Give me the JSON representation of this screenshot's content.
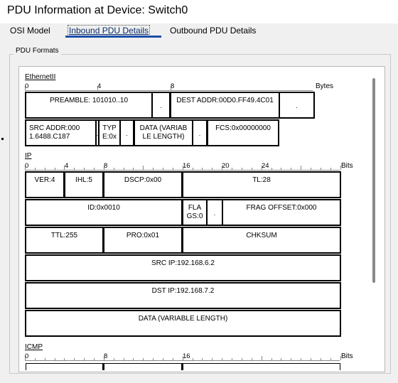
{
  "window": {
    "title": "PDU Information at Device: Switch0"
  },
  "tabs": [
    {
      "label": "OSI Model",
      "active": false
    },
    {
      "label": "Inbound PDU Details",
      "active": true
    },
    {
      "label": "Outbound PDU Details",
      "active": false
    }
  ],
  "group_label": "PDU Formats",
  "ethernet": {
    "title": "EthernetII",
    "ruler": [
      "0",
      "4",
      "8"
    ],
    "unit": "Bytes",
    "fields": {
      "preamble": "PREAMBLE: 101010..10",
      "dot1": ".",
      "dest": "DEST ADDR:00D0.FF49.4C01",
      "dot2": ".",
      "src": "SRC ADDR:000 1.6488.C187",
      "dot3": ".",
      "type": "TYP E:0x",
      "dot4": ".",
      "data": "DATA (VARIAB LE LENGTH)",
      "dot5": ".",
      "fcs": "FCS:0x00000000"
    }
  },
  "ip": {
    "title": "IP",
    "ruler": [
      "0",
      "4",
      "8",
      "16",
      "20",
      "24"
    ],
    "unit": "Bits",
    "fields": {
      "ver": "VER:4",
      "ihl": "IHL:5",
      "dscp": "DSCP:0x00",
      "tl": "TL:28",
      "id": "ID:0x0010",
      "flags": "FLA GS:0",
      "dot": ".",
      "frag": "FRAG OFFSET:0x000",
      "ttl": "TTL:255",
      "pro": "PRO:0x01",
      "chksum": "CHKSUM",
      "src_ip": "SRC IP:192.168.6.2",
      "dst_ip": "DST IP:192.168.7.2",
      "data": "DATA (VARIABLE LENGTH)"
    }
  },
  "icmp": {
    "title": "ICMP",
    "ruler": [
      "0",
      "8",
      "16"
    ],
    "unit": "Bits"
  }
}
